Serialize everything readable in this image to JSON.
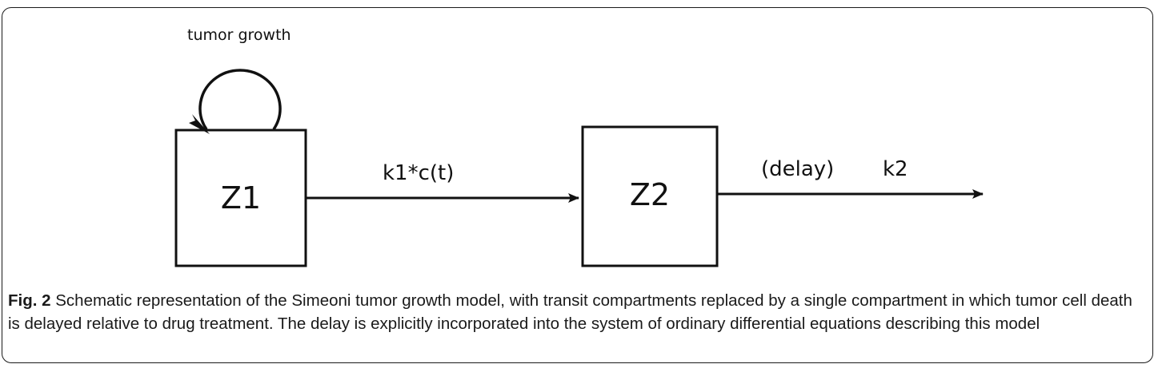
{
  "figure": {
    "loop_label": "tumor growth",
    "compartment_1": "Z1",
    "compartment_2": "Z2",
    "transfer_label": "k1*c(t)",
    "delay_label": "(delay)",
    "elimination_label": "k2",
    "caption_label": "Fig. 2",
    "caption_text": "Schematic representation of the Simeoni tumor growth model, with transit compartments replaced by a single compartment in which tumor cell death is delayed relative to drug treatment. The delay is explicitly incorporated into the system of ordinary differential equations describing this model",
    "colors": {
      "stroke": "#111111",
      "text": "#1a1a1a",
      "background": "#ffffff"
    }
  }
}
